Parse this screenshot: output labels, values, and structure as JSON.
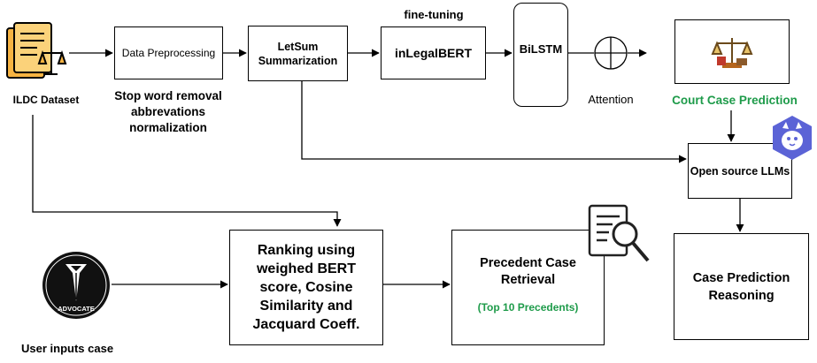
{
  "dataset": {
    "label": "ILDC Dataset"
  },
  "preprocessing": {
    "title": "Data Preprocessing",
    "notes": [
      "Stop word removal",
      "abbrevations",
      "normalization"
    ]
  },
  "summarization": {
    "title_line1": "LetSum",
    "title_line2": "Summarization"
  },
  "encoder": {
    "title": "inLegalBERT",
    "caption": "fine-tuning"
  },
  "sequence_model": {
    "title": "BiLSTM"
  },
  "attention": {
    "label": "Attention"
  },
  "prediction": {
    "label": "Court Case Prediction"
  },
  "llm": {
    "title": "Open source LLMs"
  },
  "reasoning": {
    "title_line1": "Case Prediction",
    "title_line2": "Reasoning"
  },
  "user": {
    "label": "User inputs case",
    "badge_text": "ADVOCATE"
  },
  "ranking": {
    "lines": [
      "Ranking using",
      "weighed BERT",
      "score, Cosine",
      "Similarity and",
      "Jacquard Coeff."
    ]
  },
  "retrieval": {
    "title_line1": "Precedent Case",
    "title_line2": "Retrieval",
    "subtitle": "(Top 10 Precedents)"
  },
  "colors": {
    "accent_green": "#1e9b4a",
    "llm_logo": "#5b63d6",
    "document_icon": "#f2a93b"
  }
}
